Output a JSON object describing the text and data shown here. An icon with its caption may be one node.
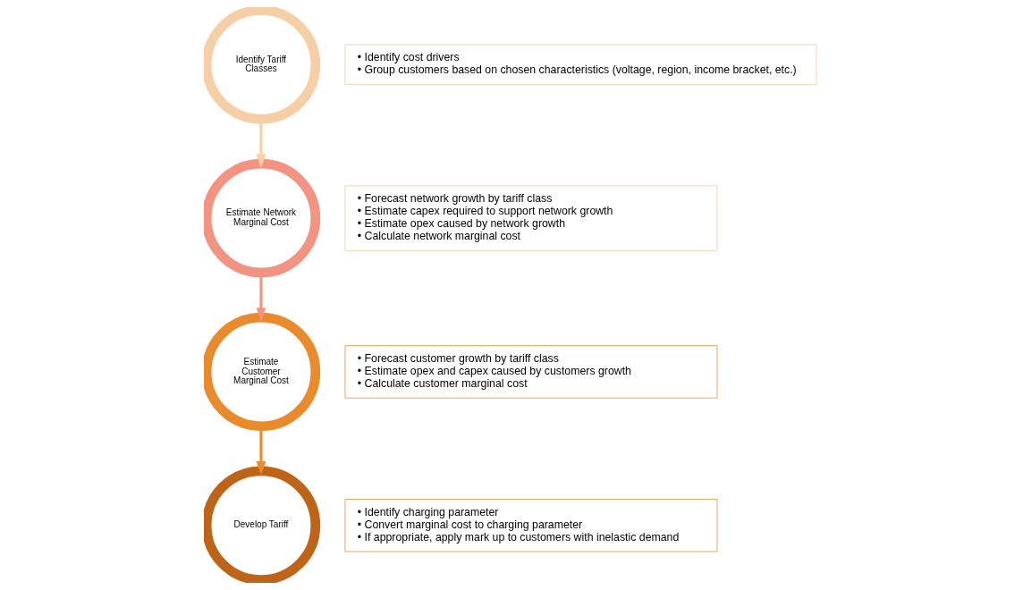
{
  "diagram": {
    "nodes": [
      {
        "text": [
          "Identify Tariff Classes"
        ]
      },
      {
        "text": [
          "Estimate Network Marginal Cost"
        ]
      },
      {
        "text": [
          "Estimate Customer Marginal Cost"
        ]
      },
      {
        "text": [
          "Develop Tariff"
        ]
      },
      {
        "text": [
          "• Identify cost drivers",
          "• Group customers based on chosen characteristics (voltage, region, income bracket, etc.)"
        ]
      },
      {
        "text": [
          "• Forecast network growth by tariff class",
          "• Estimate capex required to support network growth",
          "• Estimate opex caused by network growth",
          "• Calculate network marginal cost"
        ]
      },
      {
        "text": [
          "• Forecast customer growth by tariff class",
          "• Estimate opex and capex caused by customers growth",
          "• Calculate customer marginal cost"
        ]
      },
      {
        "text": [
          "• Identify charging parameter",
          "• Convert marginal cost to charging parameter",
          "• If appropriate, apply mark up to customers with inelastic demand"
        ]
      }
    ],
    "edges": [
      {
        "from": 0,
        "to": 1,
        "arrow": "to",
        "color": "#f7cfa6"
      },
      {
        "from": 1,
        "to": 2,
        "arrow": "to",
        "color": "#f39382"
      },
      {
        "from": 2,
        "to": 3,
        "arrow": "to",
        "color": "#e98a2c"
      }
    ]
  }
}
